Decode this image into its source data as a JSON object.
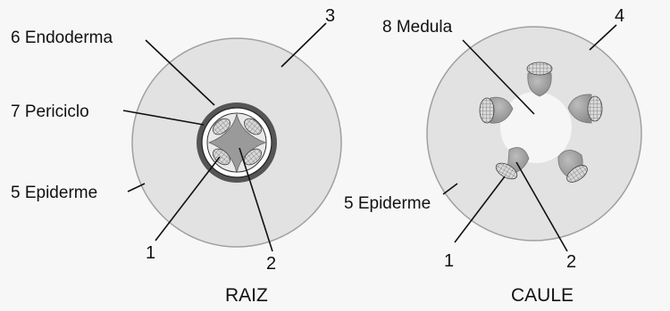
{
  "figure": {
    "root": {
      "caption": "RAIZ",
      "labels": {
        "endoderm": "6 Endoderma",
        "pericycle": "7 Periciclo",
        "epidermis": "5 Epiderme",
        "cortex_num": "3",
        "xylem_num": "1",
        "phloem_num": "2"
      }
    },
    "stem": {
      "caption": "CAULE",
      "labels": {
        "medulla": "8 Medula",
        "epidermis": "5 Epiderme",
        "cortex_num": "4",
        "xylem_num": "1",
        "phloem_num": "2"
      }
    }
  },
  "colors": {
    "tissue_fill": "#e2e2e2",
    "tissue_stroke": "#a0a0a0",
    "endoderm_ring": "#555555",
    "pericycle_fill": "#ffffff",
    "vascular_gray": "#9a9a9a",
    "hatch_bg": "#d8d8d8",
    "medulla_fill": "#f6f6f6"
  }
}
